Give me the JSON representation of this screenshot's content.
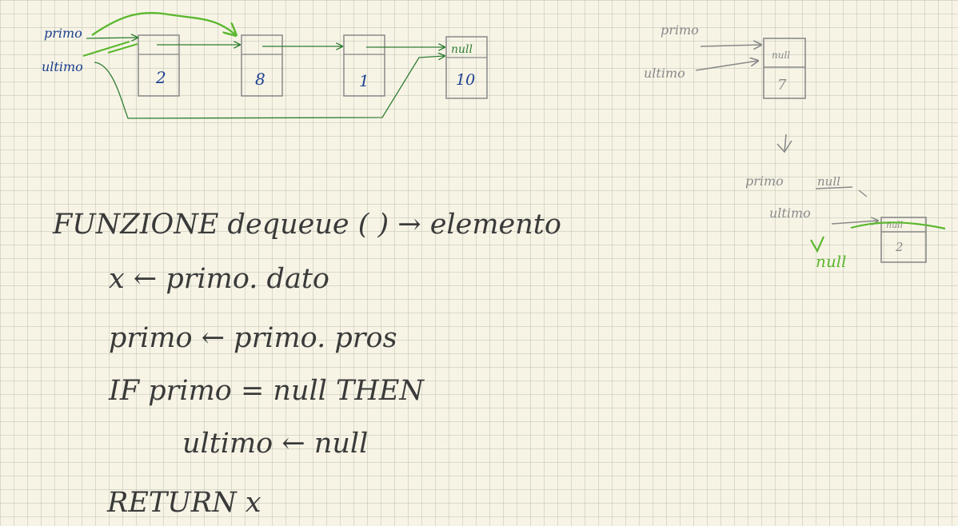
{
  "top_diagram": {
    "pointer_primo": "primo",
    "pointer_ultimo": "ultimo",
    "nodes": [
      {
        "value": "2"
      },
      {
        "value": "8"
      },
      {
        "value": "1"
      },
      {
        "value": "10",
        "next": "null"
      }
    ]
  },
  "right_diagram": {
    "before": {
      "primo": "primo",
      "ultimo": "ultimo",
      "node_next": "null",
      "node_value": "7"
    },
    "after": {
      "primo": "primo",
      "primo_value": "null",
      "ultimo": "ultimo",
      "node_next": "null",
      "node_value": "2",
      "new_ultimo": "null"
    }
  },
  "code": {
    "line1": "FUNZIONE  dequeue ( )  → elemento",
    "line2": "x ← primo. dato",
    "line3": "primo ← primo. pros",
    "line4": "IF  primo  =  null  THEN",
    "line5": "ultimo ← null",
    "line6": "RETURN   x"
  },
  "colors": {
    "ink_blue": "#1b3f8f",
    "ink_green": "#5cb82f",
    "ink_darkgreen": "#2e7d32",
    "ink_dark": "#3a3a3a",
    "ink_grey": "#8a8a8a"
  }
}
